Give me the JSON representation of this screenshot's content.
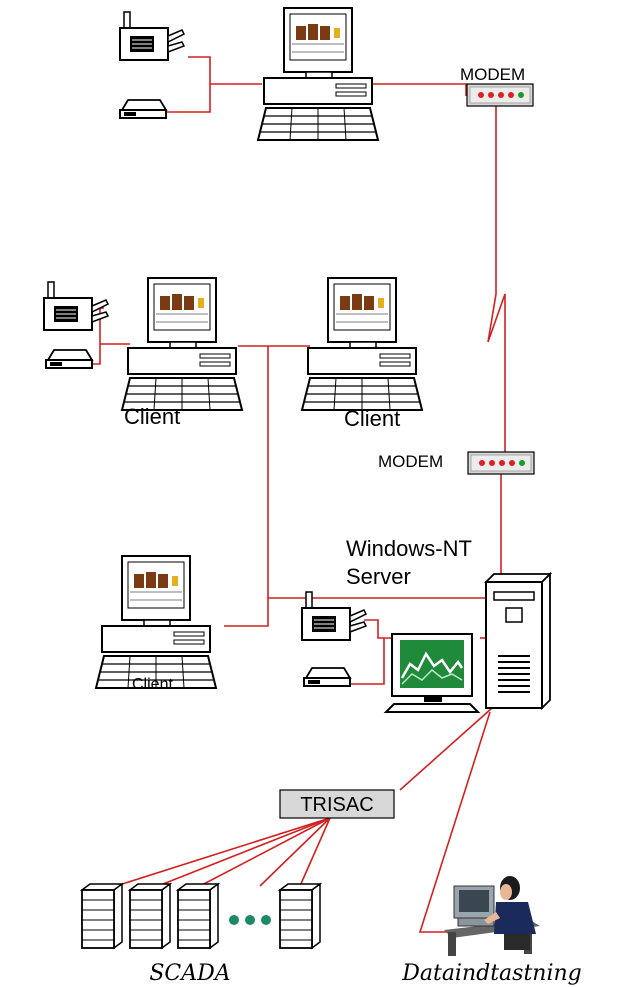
{
  "labels": {
    "modem_top": "MODEM",
    "modem_mid": "MODEM",
    "client_1": "Client",
    "client_2": "Client",
    "client_3": "Client",
    "server_line1": "Windows-NT",
    "server_line2": "Server",
    "trisac": "TRISAC",
    "scada": "SCADA",
    "dataentry": "Dataindtastning"
  },
  "colors": {
    "wire": "#d42020",
    "modem_led_red": "#e02020",
    "modem_led_green": "#1a9a2a",
    "monitor_chart_bg": "#1f8a3a",
    "box_gray": "#d8d8d8"
  },
  "icons": {
    "workstation": "workstation-icon",
    "printer": "printer-icon",
    "scanner": "scanner-icon",
    "modem": "modem-icon",
    "server": "tower-server-icon",
    "scada_unit": "rack-unit-icon",
    "operator": "operator-at-desk-icon"
  }
}
